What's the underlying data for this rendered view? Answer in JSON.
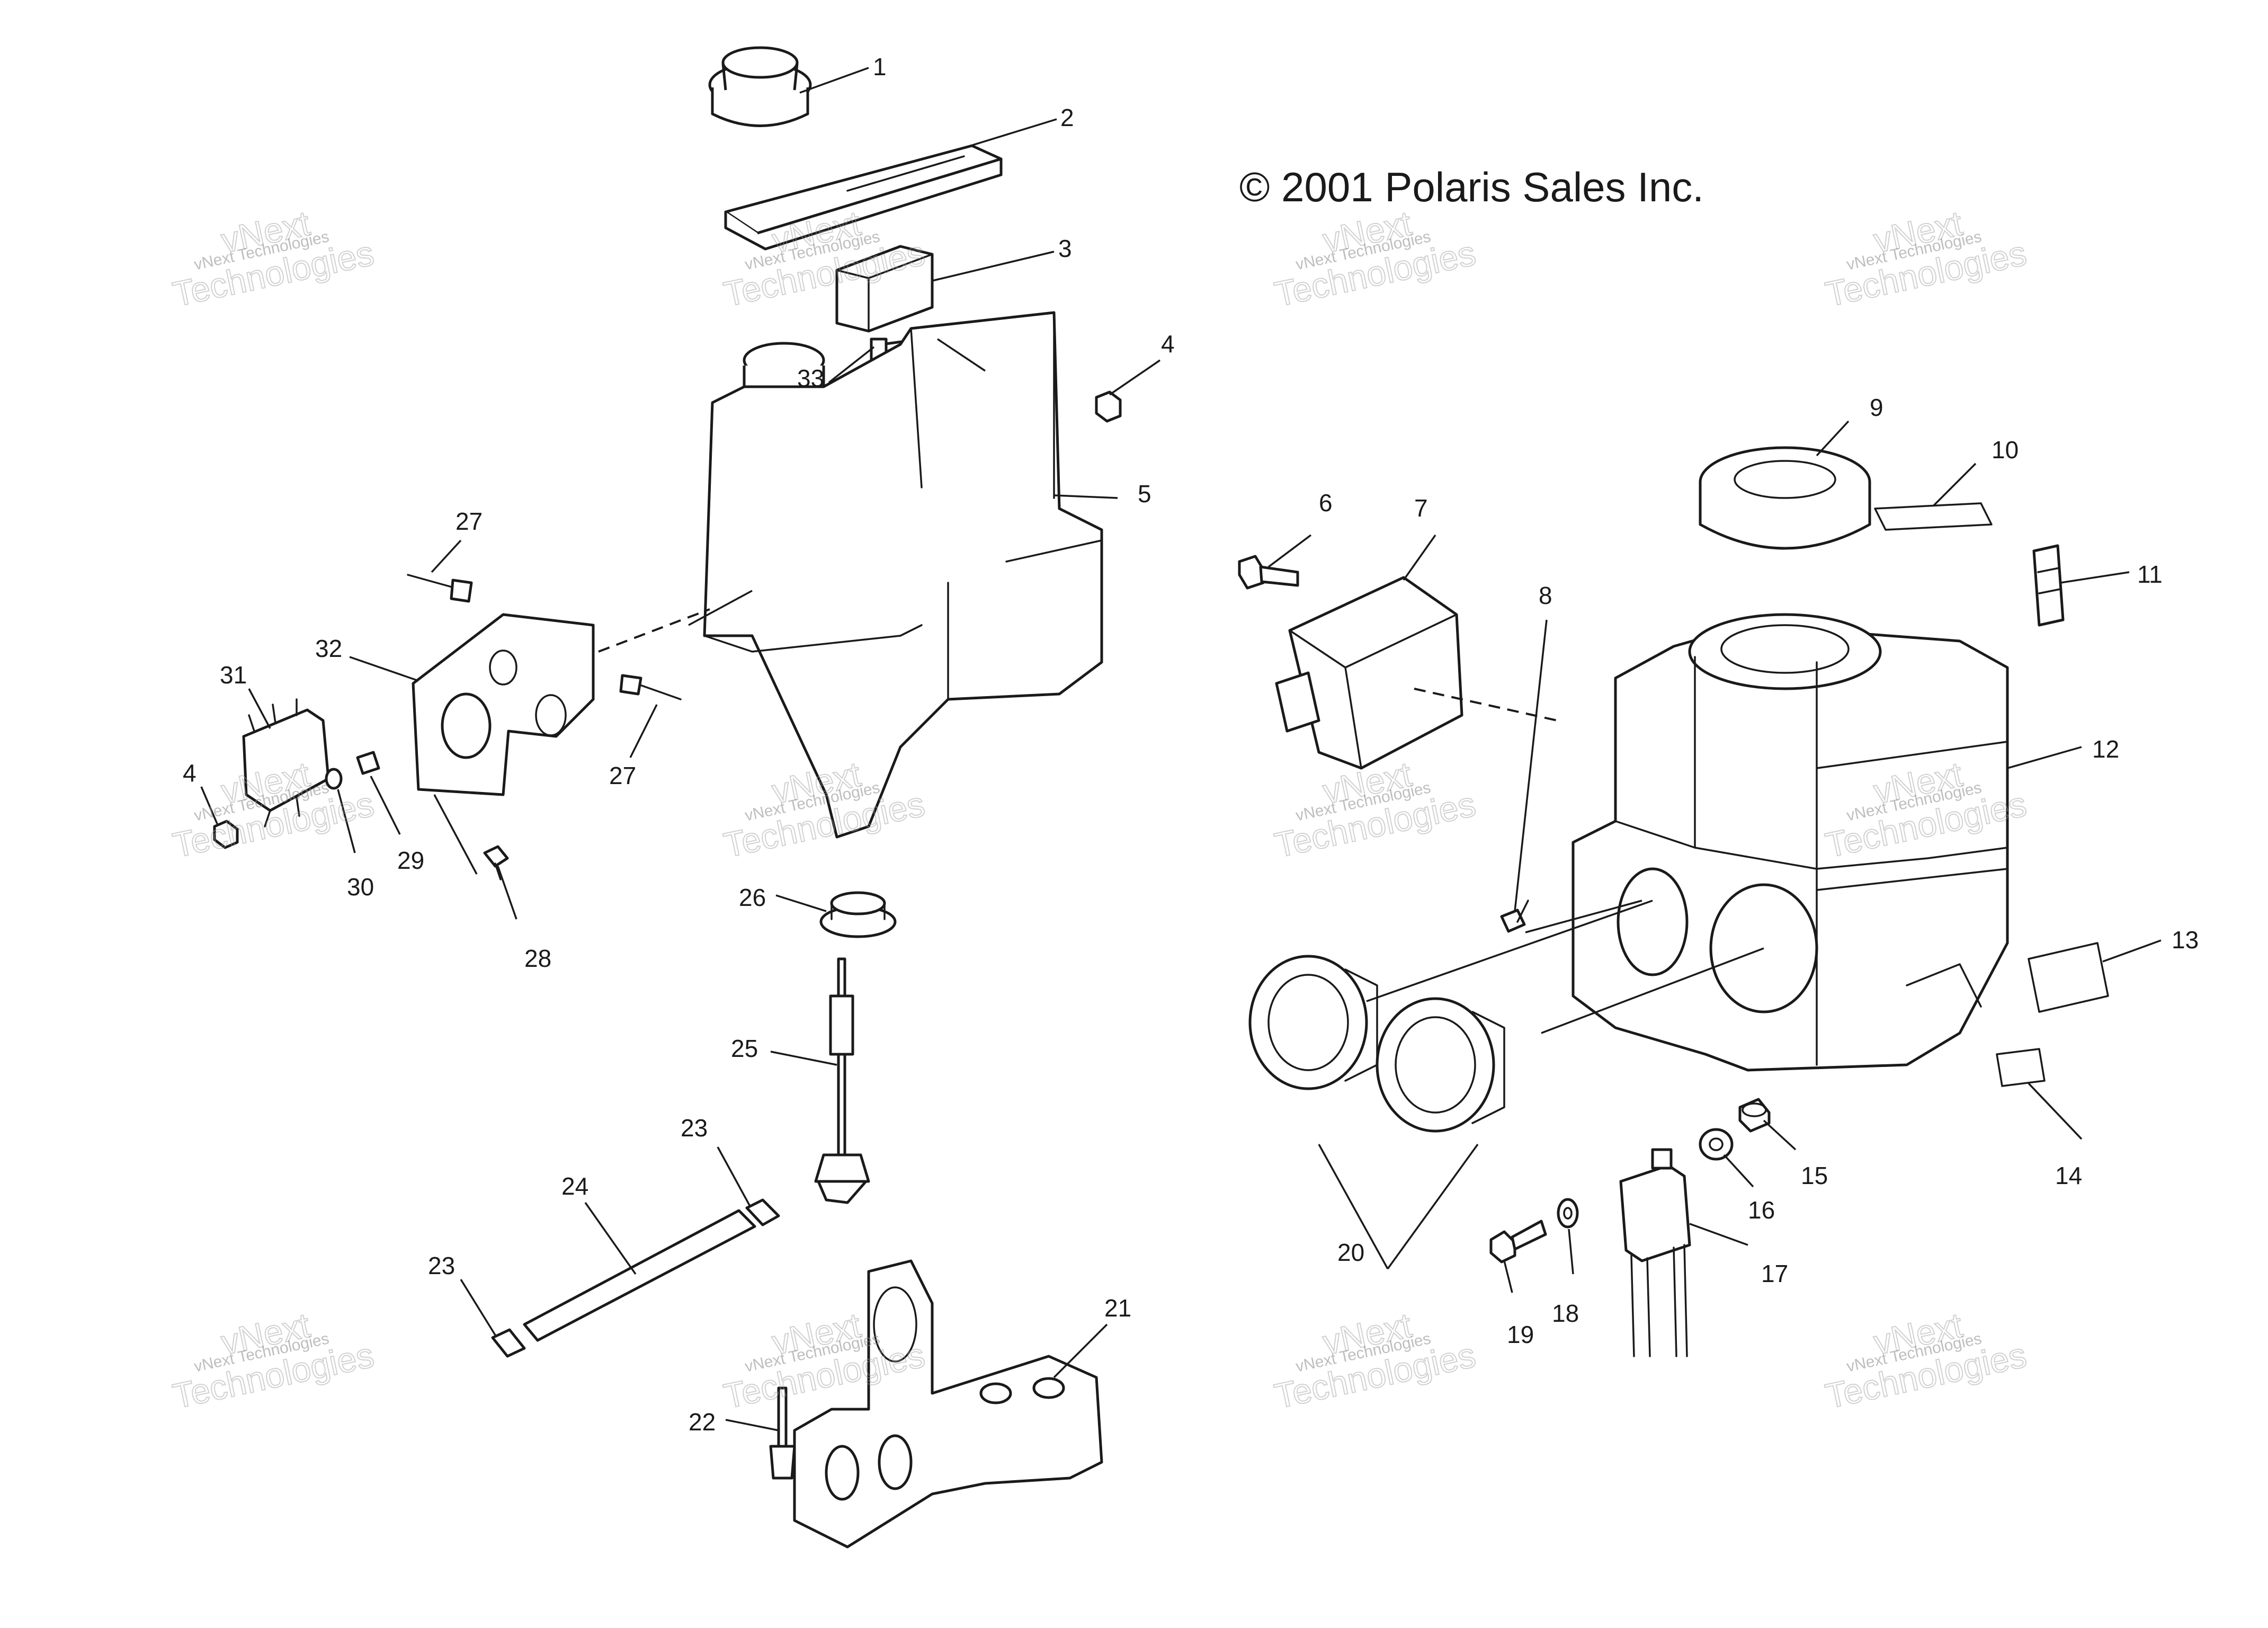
{
  "copyright": "© 2001 Polaris Sales Inc.",
  "watermark": {
    "line_small": "vNext Technologies",
    "line_big_1": "vNext",
    "line_big_2": "Technologies"
  },
  "callouts": [
    "1",
    "2",
    "3",
    "4",
    "5",
    "6",
    "7",
    "8",
    "9",
    "10",
    "11",
    "12",
    "13",
    "14",
    "15",
    "16",
    "17",
    "18",
    "19",
    "20",
    "21",
    "22",
    "23",
    "24",
    "25",
    "26",
    "27",
    "28",
    "29",
    "30",
    "31",
    "32",
    "33"
  ],
  "colors": {
    "line": "#1a1a1a",
    "watermark": "#999999",
    "background": "#ffffff"
  }
}
